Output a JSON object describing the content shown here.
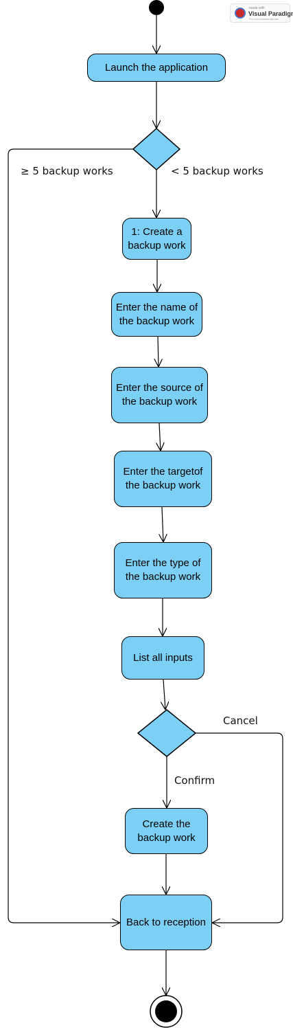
{
  "badge": {
    "small": "made with",
    "name": "Visual Paradigm",
    "tagline": "For non-commercial use"
  },
  "actions": {
    "launch": "Launch the application",
    "create_work": "1: Create a\nbackup work",
    "enter_name": "Enter the name of\nthe backup work",
    "enter_source": "Enter the source of\nthe backup work",
    "enter_target": "Enter the targetof\nthe backup work",
    "enter_type": "Enter the type of\nthe backup work",
    "list_inputs": "List all inputs",
    "create_backup": "Create the\nbackup work",
    "back_reception": "Back to reception"
  },
  "guards": {
    "more_than_five": "≥ 5 backup works",
    "less_than_five": "< 5 backup works",
    "cancel": "Cancel",
    "confirm": "Confirm"
  },
  "colors": {
    "action_fill": "#7ccff5",
    "decision_fill": "#7ccff5",
    "stroke": "#000000"
  }
}
